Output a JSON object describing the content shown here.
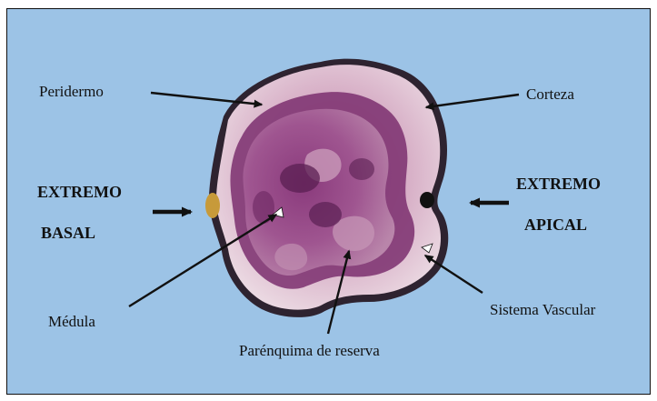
{
  "colors": {
    "background": "#9cc3e6",
    "peridermis": "#3a2b36",
    "cortex": "#e3cdd9",
    "pigment": "#7b2f6e",
    "medulla": "#a4578f"
  },
  "labels": {
    "peridermo": "Peridermo",
    "corteza": "Corteza",
    "extremo_basal_line1": "EXTREMO",
    "extremo_basal_line2": "BASAL",
    "extremo_apical_line1": "EXTREMO",
    "extremo_apical_line2": "APICAL",
    "medula": "Médula",
    "sistema_vascular": "Sistema Vascular",
    "parenquima": "Parénquima de reserva"
  }
}
